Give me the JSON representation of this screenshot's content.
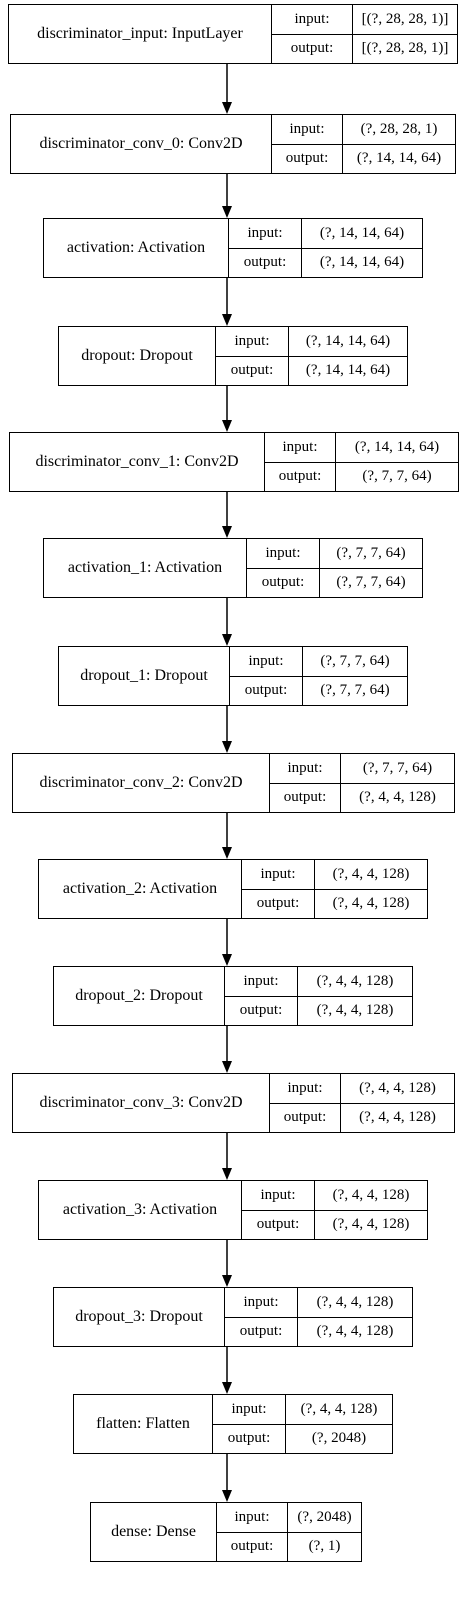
{
  "input_label": "input:",
  "output_label": "output:",
  "nodes": [
    {
      "name": "discriminator_input: InputLayer",
      "input": "[(?, 28, 28, 1)]",
      "output": "[(?, 28, 28, 1)]"
    },
    {
      "name": "discriminator_conv_0: Conv2D",
      "input": "(?, 28, 28, 1)",
      "output": "(?, 14, 14, 64)"
    },
    {
      "name": "activation: Activation",
      "input": "(?, 14, 14, 64)",
      "output": "(?, 14, 14, 64)"
    },
    {
      "name": "dropout: Dropout",
      "input": "(?, 14, 14, 64)",
      "output": "(?, 14, 14, 64)"
    },
    {
      "name": "discriminator_conv_1: Conv2D",
      "input": "(?, 14, 14, 64)",
      "output": "(?, 7, 7, 64)"
    },
    {
      "name": "activation_1: Activation",
      "input": "(?, 7, 7, 64)",
      "output": "(?, 7, 7, 64)"
    },
    {
      "name": "dropout_1: Dropout",
      "input": "(?, 7, 7, 64)",
      "output": "(?, 7, 7, 64)"
    },
    {
      "name": "discriminator_conv_2: Conv2D",
      "input": "(?, 7, 7, 64)",
      "output": "(?, 4, 4, 128)"
    },
    {
      "name": "activation_2: Activation",
      "input": "(?, 4, 4, 128)",
      "output": "(?, 4, 4, 128)"
    },
    {
      "name": "dropout_2: Dropout",
      "input": "(?, 4, 4, 128)",
      "output": "(?, 4, 4, 128)"
    },
    {
      "name": "discriminator_conv_3: Conv2D",
      "input": "(?, 4, 4, 128)",
      "output": "(?, 4, 4, 128)"
    },
    {
      "name": "activation_3: Activation",
      "input": "(?, 4, 4, 128)",
      "output": "(?, 4, 4, 128)"
    },
    {
      "name": "dropout_3: Dropout",
      "input": "(?, 4, 4, 128)",
      "output": "(?, 4, 4, 128)"
    },
    {
      "name": "flatten: Flatten",
      "input": "(?, 4, 4, 128)",
      "output": "(?, 2048)"
    },
    {
      "name": "dense: Dense",
      "input": "(?, 2048)",
      "output": "(?, 1)"
    }
  ]
}
